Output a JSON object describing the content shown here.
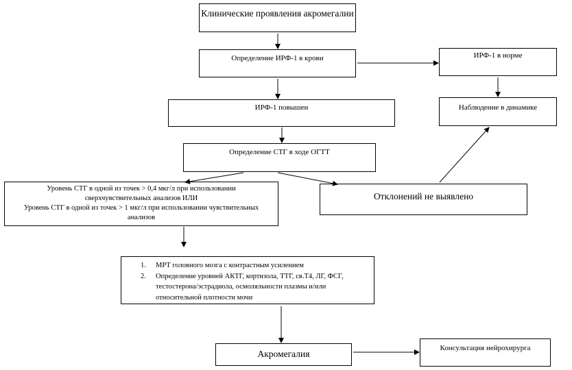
{
  "boxes": {
    "clinical": "Клинические проявления акромегалии",
    "igf_test": "Определение ИРФ-1 в крови",
    "igf_normal": "ИРФ-1 в норме",
    "igf_high": "ИРФ-1 повышен",
    "observation": "Наблюдение в динамике",
    "gh_ogtt": "Определение СТГ в ходе ОГТТ",
    "no_deviation": "Отклонений не выявлено",
    "gh_level": {
      "line1": "Уровень СТГ в одной из точек > 0,4 мкг/л при использовании",
      "line2": "сверхчувствительных анализов ИЛИ",
      "line3": "Уровень СТГ в одной из точек > 1 мкг/л при использовании чувствительных",
      "line4": "анализов"
    },
    "exams": [
      {
        "num": "1.",
        "lines": [
          "МРТ головного мозга с контрастным усилением"
        ]
      },
      {
        "num": "2.",
        "lines": [
          "Определение уровней АКТГ, кортизола, ТТГ, св.Т4, ЛГ, ФСГ,",
          "тестостерона/эстрадиола, осмоляльности плазмы и/или",
          "относительной плотности мочи"
        ]
      }
    ],
    "acromegaly": "Акромегалия",
    "neurosurgeon": "Консультация нейрохирурга"
  }
}
